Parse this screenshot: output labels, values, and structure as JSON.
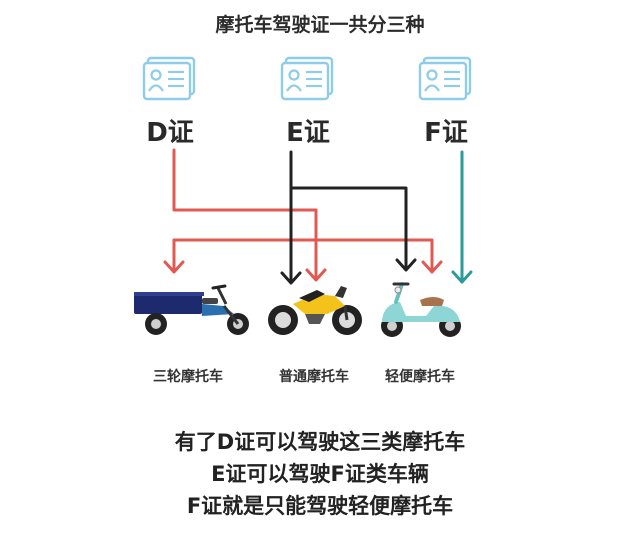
{
  "title": "摩托车驾驶证一共分三种",
  "licenses": [
    {
      "label": "D证"
    },
    {
      "label": "E证"
    },
    {
      "label": "F证"
    }
  ],
  "vehicles": [
    {
      "label": "三轮摩托车",
      "icon": "tricycle-icon"
    },
    {
      "label": "普通摩托车",
      "icon": "motorcycle-icon"
    },
    {
      "label": "轻便摩托车",
      "icon": "scooter-icon"
    }
  ],
  "permissions": [
    {
      "license": "D证",
      "vehicles": [
        "三轮摩托车",
        "普通摩托车",
        "轻便摩托车"
      ],
      "color": "#e05a52"
    },
    {
      "license": "E证",
      "vehicles": [
        "普通摩托车",
        "轻便摩托车"
      ],
      "color": "#222222"
    },
    {
      "license": "F证",
      "vehicles": [
        "轻便摩托车"
      ],
      "color": "#2b9a9c"
    }
  ],
  "summary": [
    "有了D证可以驾驶这三类摩托车",
    "E证可以驾驶F证类车辆",
    "F证就是只能驾驶轻便摩托车"
  ],
  "colors": {
    "d_arrow": "#e05a52",
    "e_arrow": "#222222",
    "f_arrow": "#2b9a9c",
    "card_outline": "#8ecdea"
  }
}
